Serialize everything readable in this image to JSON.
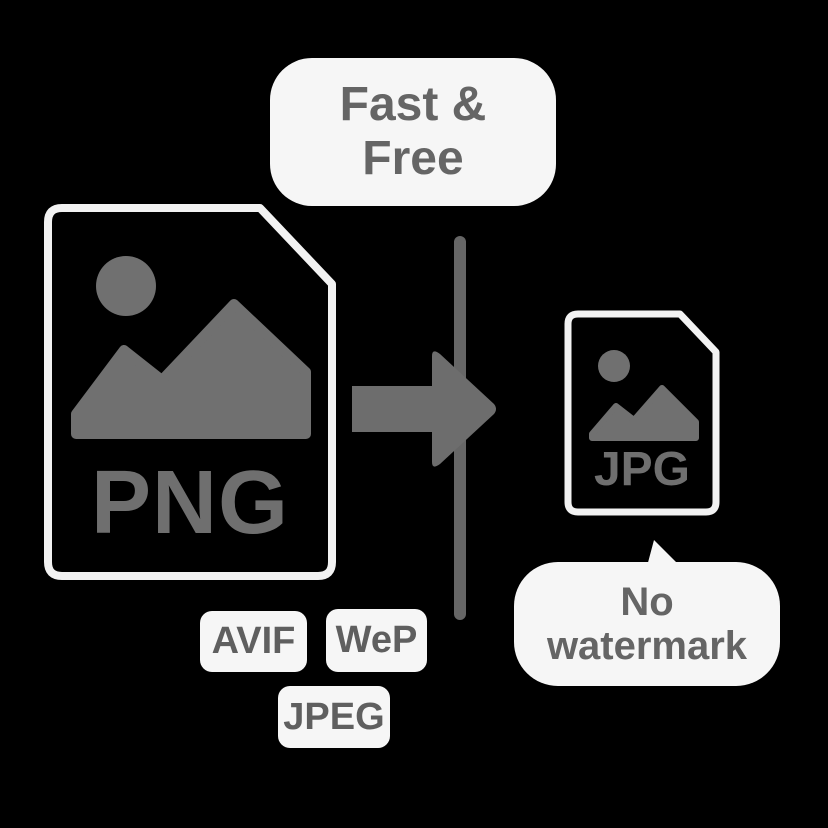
{
  "files": {
    "source": {
      "label": "PNG"
    },
    "target": {
      "label": "JPG"
    }
  },
  "bubbles": {
    "top_line1": "Fast &",
    "top_line2": "Free",
    "bottom_line1": "No",
    "bottom_line2": "watermark"
  },
  "formats": [
    "AVIF",
    "WeP",
    "JPEG"
  ],
  "colors": {
    "background": "#000000",
    "outline": "#f2f2f2",
    "icon_gray": "#707070",
    "bubble": "#f6f6f6",
    "divider": "#666666"
  }
}
